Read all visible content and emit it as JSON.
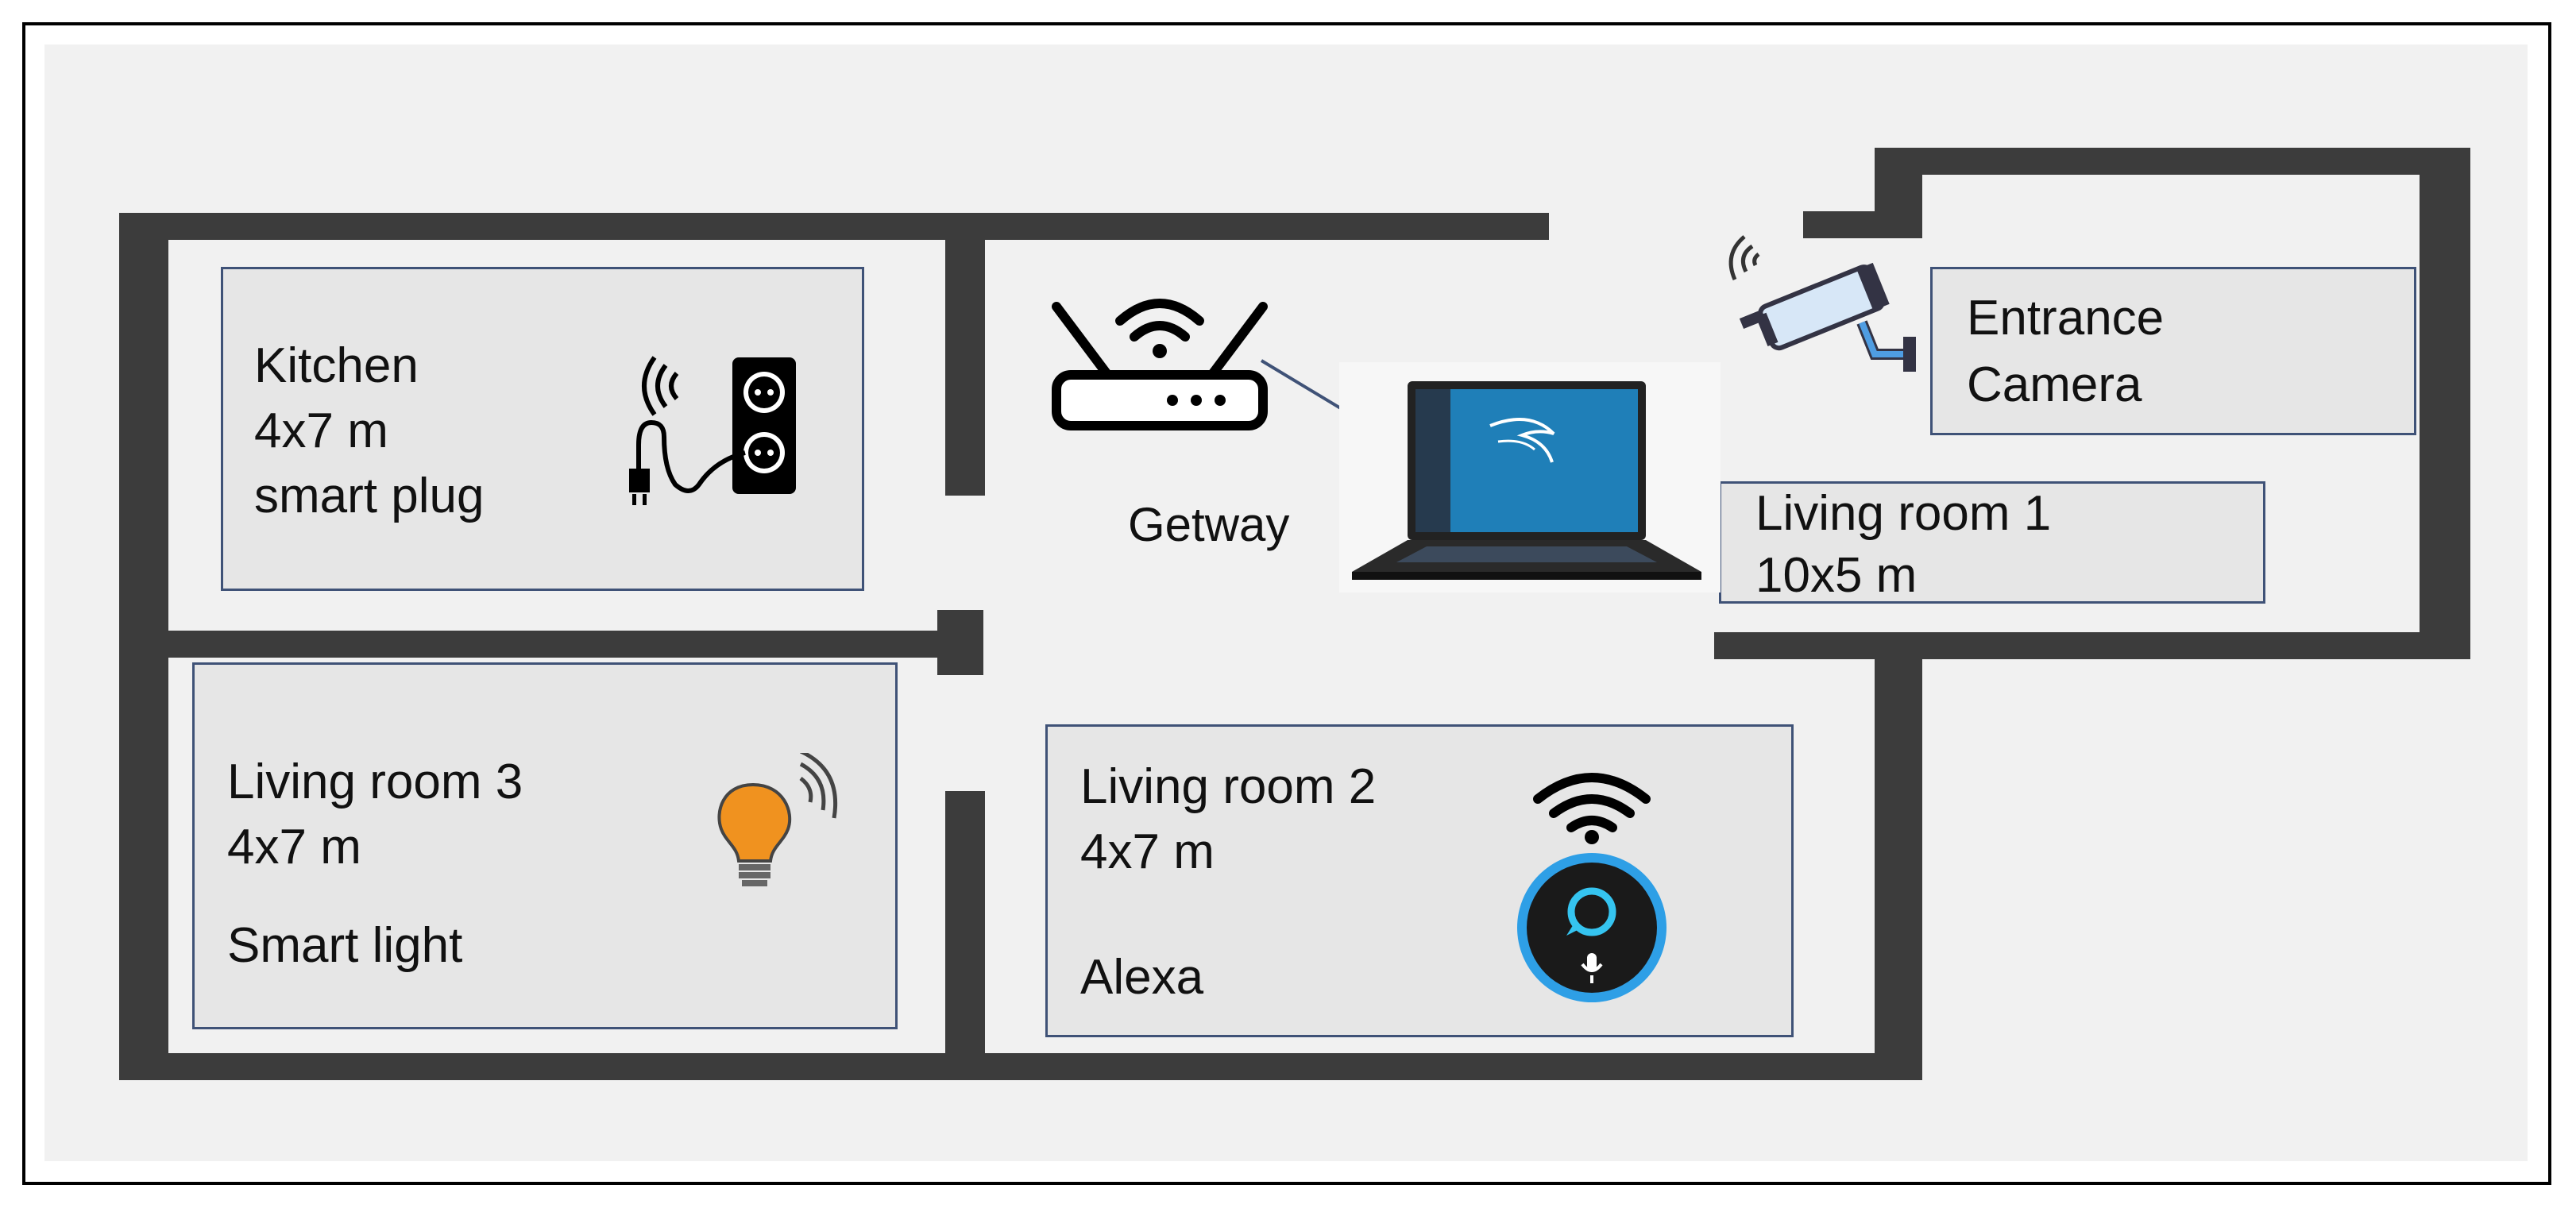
{
  "rooms": {
    "kitchen": {
      "name": "Kitchen",
      "size": "4x7 m",
      "device": "smart plug"
    },
    "living_room_1": {
      "name": "Living room 1",
      "size": "10x5 m"
    },
    "living_room_2": {
      "name": "Living room 2",
      "size": "4x7 m",
      "device": "Alexa"
    },
    "living_room_3": {
      "name": "Living room 3",
      "size": "4x7 m",
      "device": "Smart light"
    },
    "entrance": {
      "line1": "Entrance",
      "line2": "Camera"
    }
  },
  "gateway": {
    "label": "Getway"
  },
  "icons": {
    "router": "wifi-router-icon",
    "laptop": "laptop-icon",
    "camera": "security-camera-icon",
    "plug": "smart-plug-icon",
    "bulb": "smart-bulb-icon",
    "alexa": "alexa-speaker-icon"
  },
  "colors": {
    "wall": "#3c3c3c",
    "room_fill": "#e6e6e6",
    "room_border": "#3f5277",
    "bulb": "#f0921f",
    "alexa_ring": "#2e9fe6"
  }
}
